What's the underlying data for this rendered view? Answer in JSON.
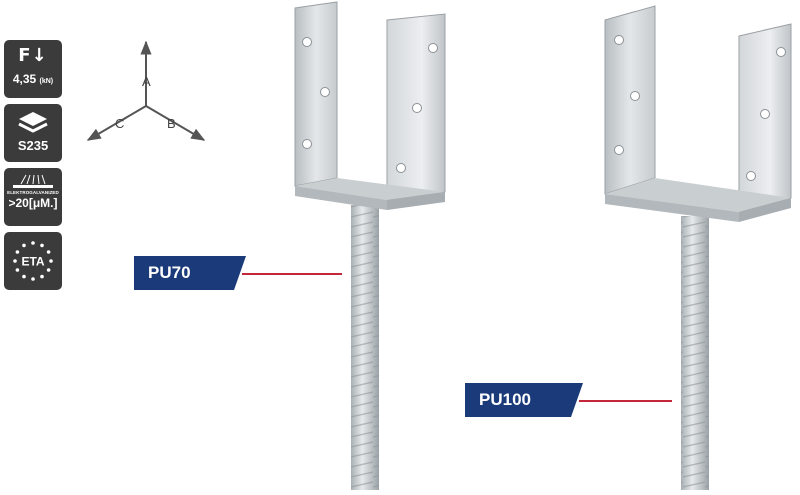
{
  "badges": {
    "force": {
      "symbol": "F↓",
      "value": "4,35",
      "unit": "(kN)",
      "icon": "force-down-arrow-icon"
    },
    "steel": {
      "grade": "S235",
      "icon": "layers-icon"
    },
    "coating": {
      "small_text": "ELEKTROGALVANIZED",
      "value": ">20[μM.]",
      "icon": "galvanized-spray-icon"
    },
    "certification": {
      "label": "ETA",
      "icon": "eu-stars-icon"
    }
  },
  "axes": {
    "a": "A",
    "b": "B",
    "c": "C"
  },
  "products": [
    {
      "label": "PU70"
    },
    {
      "label": "PU100"
    }
  ],
  "colors": {
    "badge_bg": "#3b3b3b",
    "tag_bg": "#1a3a7a",
    "leader": "#c4263a"
  }
}
